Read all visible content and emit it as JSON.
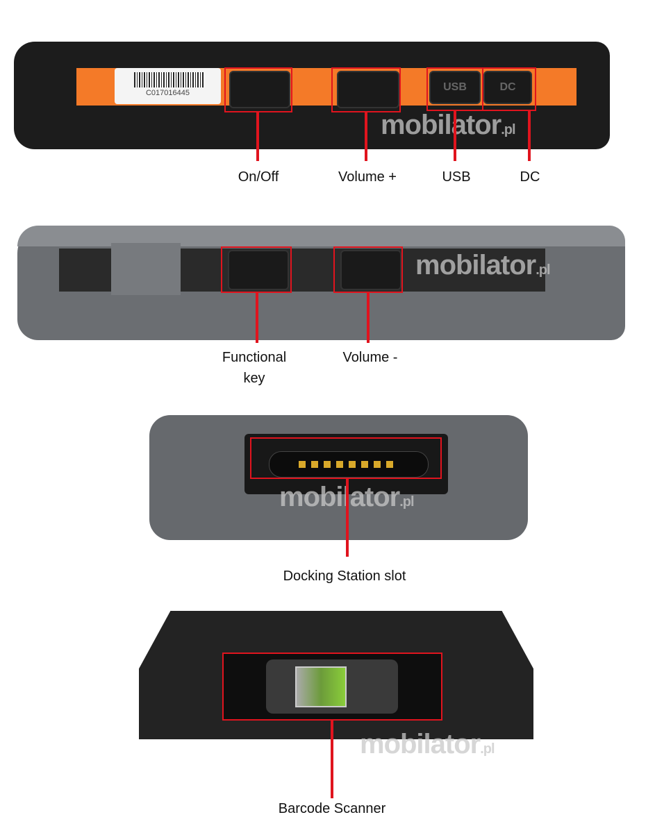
{
  "watermark": "mobilator.pl",
  "accent_color": "#e0141e",
  "views": [
    {
      "name": "side-view-orange",
      "barcode_text": "C017016445",
      "button_labels": {
        "usb": "USB",
        "dc": "DC"
      },
      "callouts": [
        "On/Off",
        "Volume +",
        "USB",
        "DC"
      ]
    },
    {
      "name": "side-view-grey",
      "callouts": [
        "Functional key",
        "Volume -"
      ],
      "functional_key_lines": [
        "Functional",
        "key"
      ]
    },
    {
      "name": "bottom-view",
      "callouts": [
        "Docking Station slot"
      ]
    },
    {
      "name": "top-view",
      "callouts": [
        "Barcode Scanner"
      ]
    }
  ]
}
